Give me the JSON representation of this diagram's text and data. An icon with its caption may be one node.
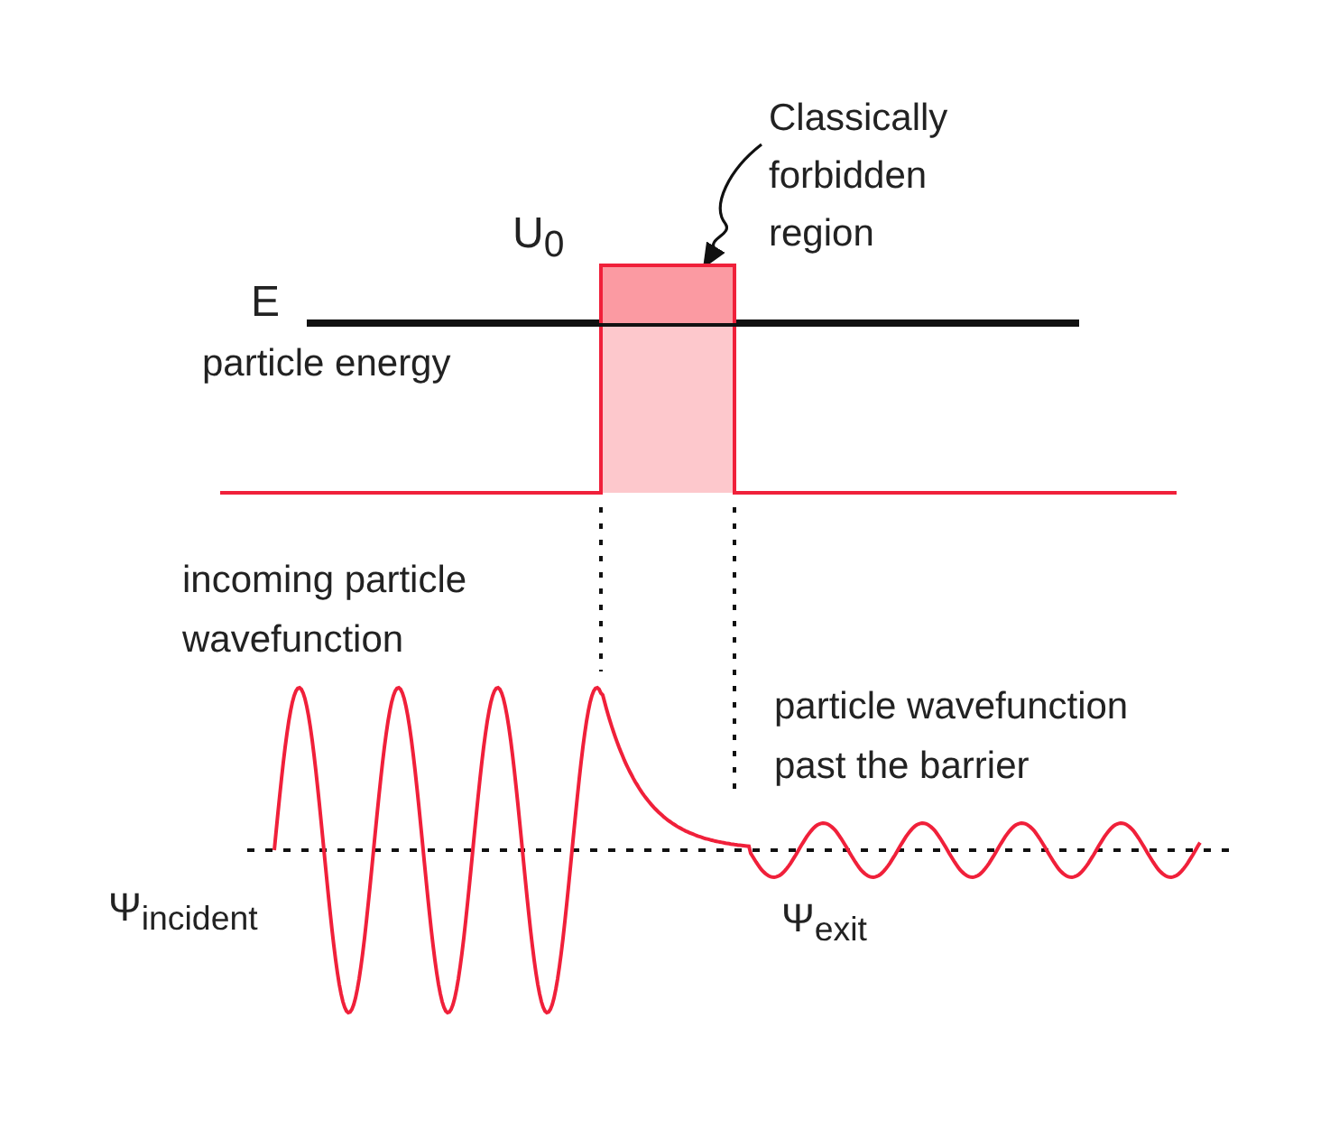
{
  "diagram": {
    "nodes": [
      {
        "text": [
          "Classically forbidden region"
        ]
      },
      {
        "text": [],
        "shape": "box"
      }
    ],
    "edges": [
      {
        "from": 0,
        "to": 1,
        "arrow": "to"
      }
    ],
    "labels": [
      "U$_{0}$",
      "E",
      "particle energy",
      "incoming particle wavefunction",
      "particle wavefunction past the barrier",
      "Ψ$_{incident}$",
      "Ψ$_{exit}$"
    ]
  }
}
